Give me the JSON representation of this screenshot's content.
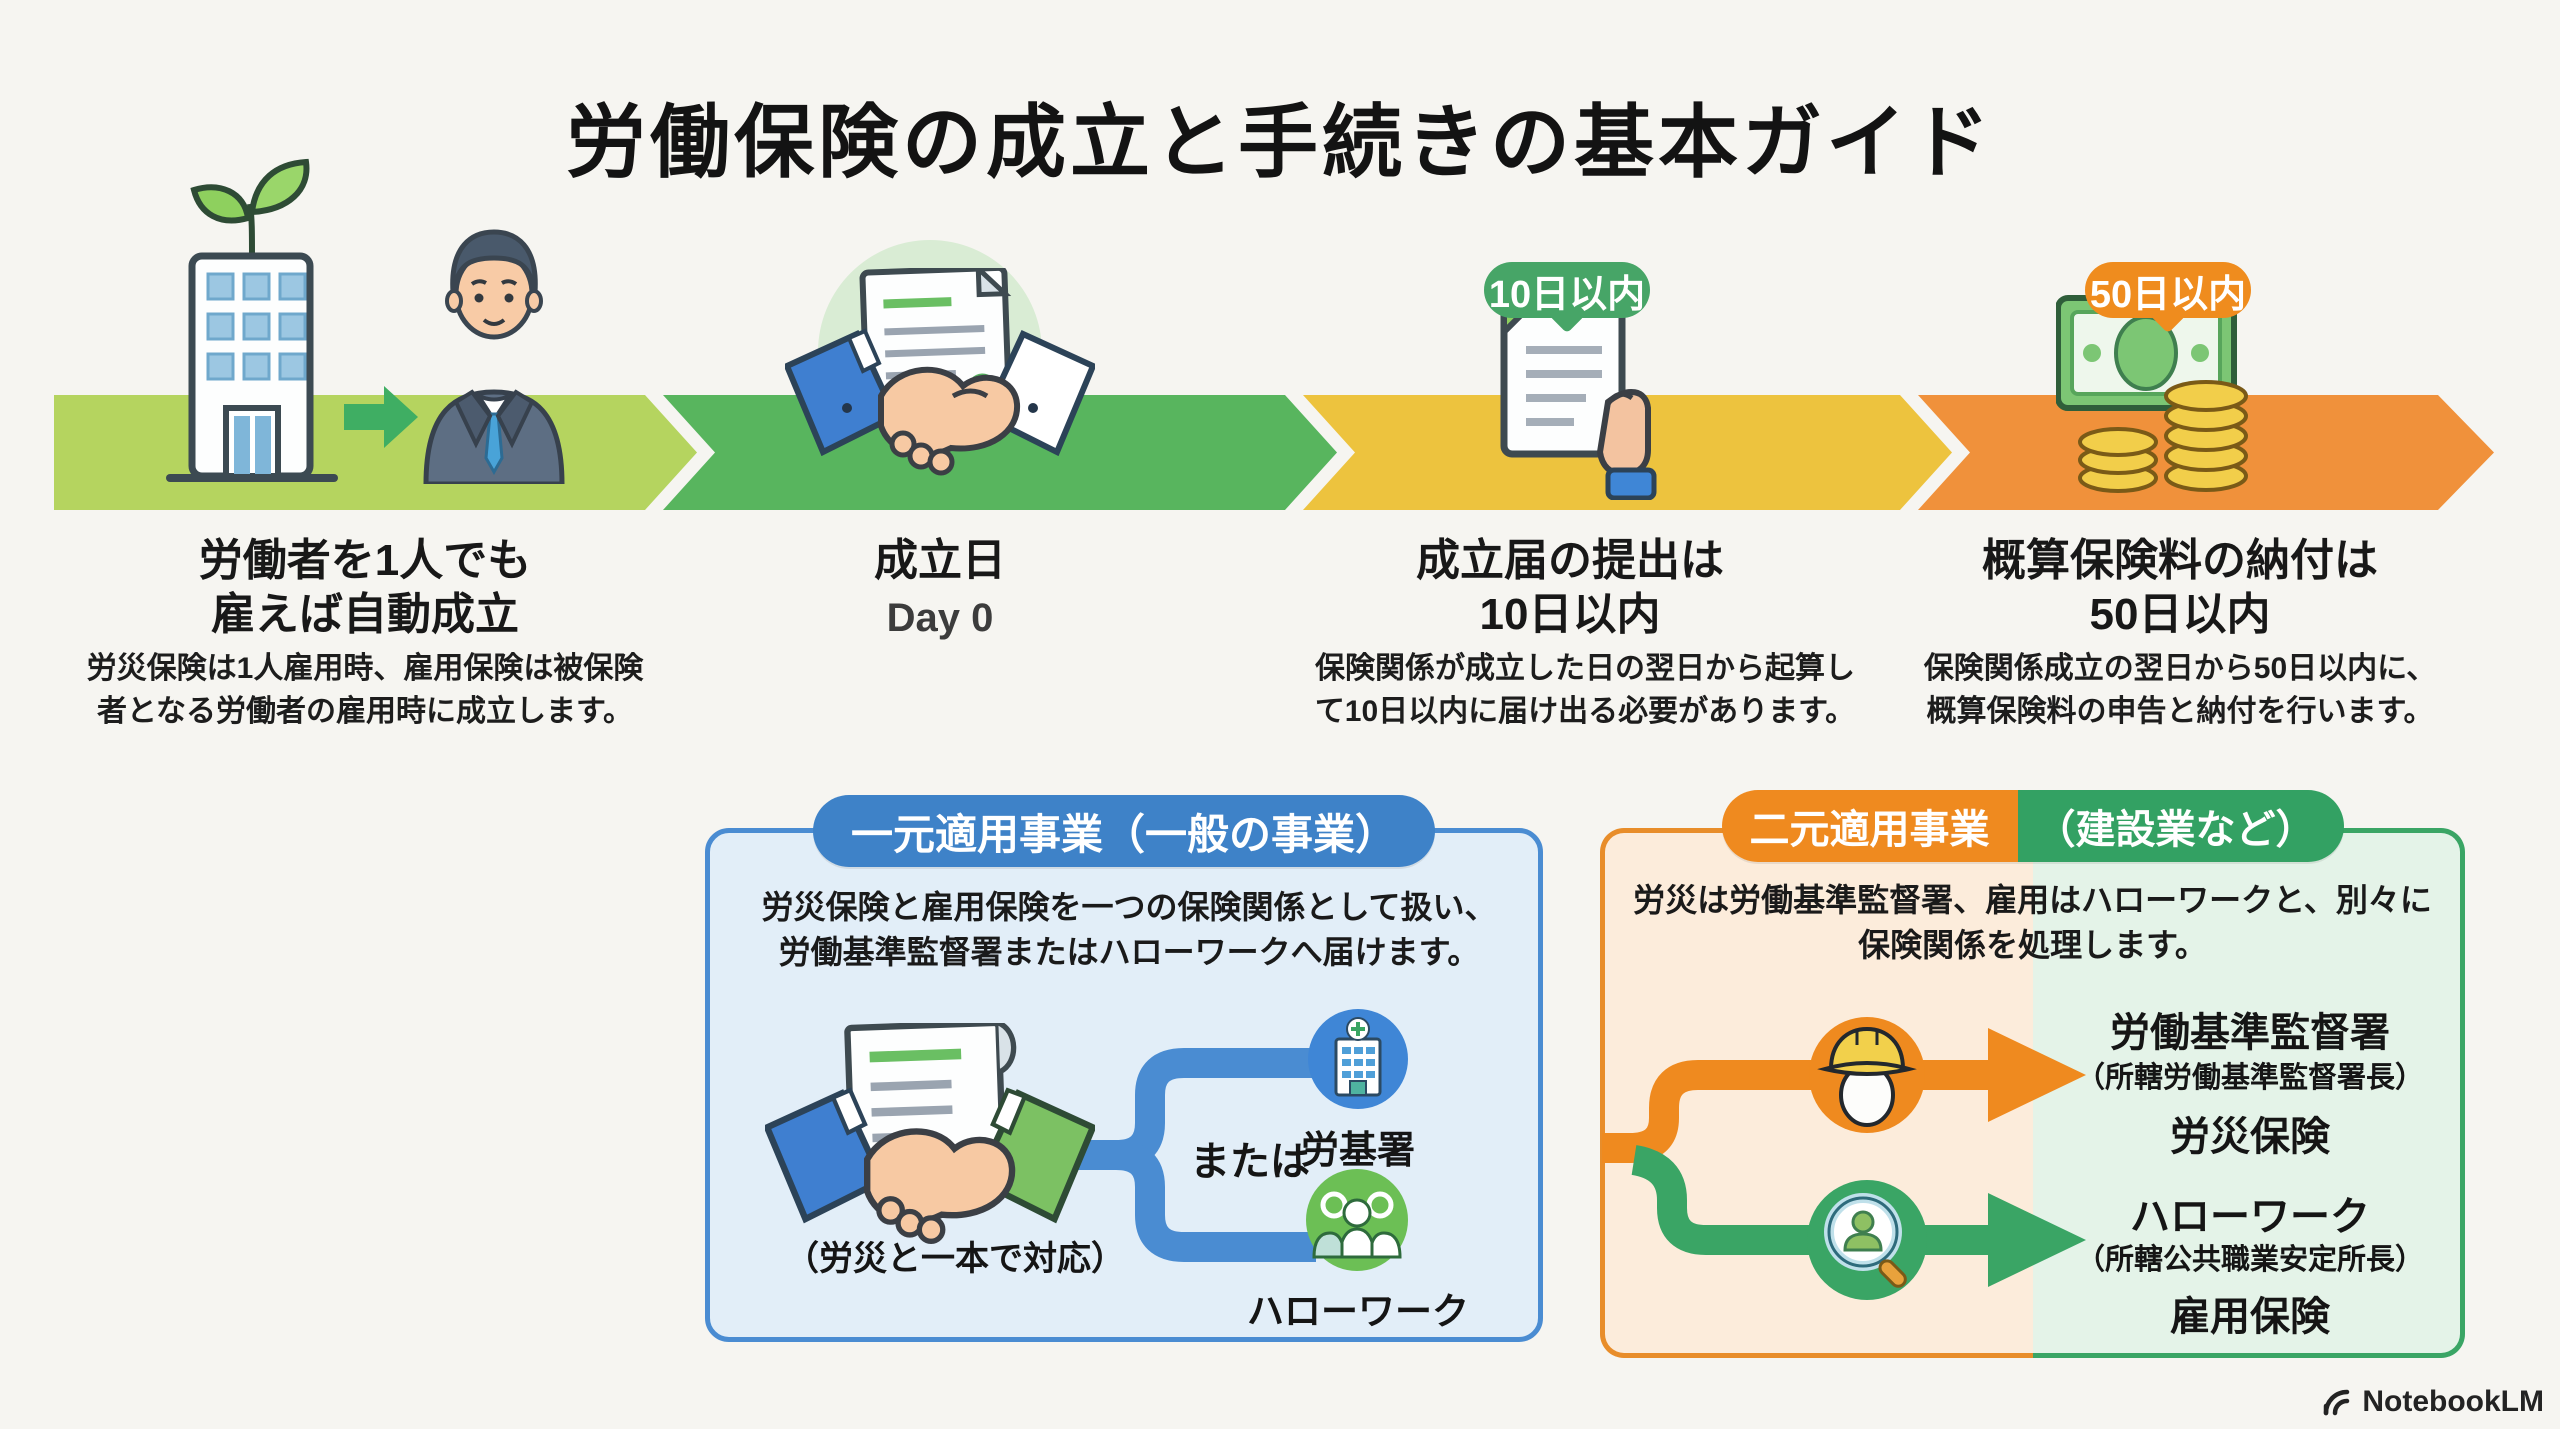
{
  "title": "労働保険の成立と手続きの基本ガイド",
  "steps": [
    {
      "title1": "労働者を1人でも",
      "title2": "雇えば自動成立",
      "body1": "労災保険は1人雇用時、雇用保険は被保険",
      "body2": "者となる労働者の雇用時に成立します。"
    },
    {
      "title1": "成立日",
      "day_label": "Day 0"
    },
    {
      "badge": "10日以内",
      "title1": "成立届の提出は",
      "title2": "10日以内",
      "body1": "保険関係が成立した日の翌日から起算し",
      "body2": "て10日以内に届け出る必要があります。"
    },
    {
      "badge": "50日以内",
      "title1": "概算保険料の納付は",
      "title2": "50日以内",
      "body1": "保険関係成立の翌日から50日以内に、",
      "body2": "概算保険料の申告と納付を行います。"
    }
  ],
  "ichigen_box": {
    "header": "一元適用事業（一般の事業）",
    "body1": "労災保険と雇用保険を一つの保険関係として扱い、",
    "body2": "労働基準監督署またはハローワークへ届けます。",
    "caption": "（労災と一本で対応）",
    "or_label": "または",
    "dest1_label": "労基署",
    "dest2_label": "ハローワーク"
  },
  "nigen_box": {
    "header_left": "二元適用事業",
    "header_right": "（建設業など）",
    "body1": "労災は労働基準監督署、雇用はハローワークと、別々に",
    "body2": "保険関係を処理します。",
    "dest1_name": "労働基準監督署",
    "dest1_sub": "（所轄労働基準監督署長）",
    "dest1_type": "労災保険",
    "dest2_name": "ハローワーク",
    "dest2_sub": "（所轄公共職業安定所長）",
    "dest2_type": "雇用保険"
  },
  "footer": {
    "brand": "NotebookLM"
  },
  "colors": {
    "background": "#f6f5f1",
    "band_step1": "#b5d45f",
    "band_step2": "#58b55e",
    "band_step3": "#edc33e",
    "band_step4": "#f0913b",
    "badge_green": "#47a567",
    "badge_orange": "#ef8c1e",
    "blue_accent": "#3e82c8",
    "blue_box_bg": "#e2eef8",
    "orange_accent": "#ef8a1f",
    "green_accent": "#33a163",
    "nigen_left_bg": "#fcecdb",
    "nigen_right_bg": "#e4f3e8"
  }
}
